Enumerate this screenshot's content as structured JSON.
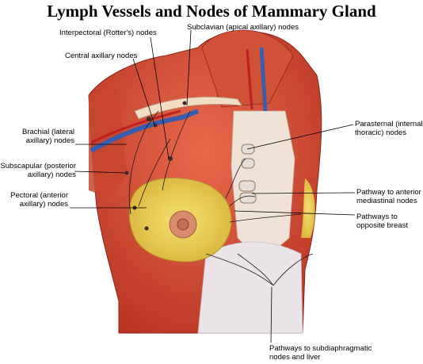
{
  "title": "Lymph Vessels and Nodes of Mammary Gland",
  "labels": {
    "interpectoral": [
      "Interpectoral (Rotter's) nodes"
    ],
    "subclavian": [
      "Subclavian (apical axillary) nodes"
    ],
    "central": [
      "Central axillary nodes"
    ],
    "brachial": [
      "Brachial (lateral",
      "axillary) nodes"
    ],
    "subscapular": [
      "Subscapular (posterior",
      "axillary) nodes"
    ],
    "pectoral": [
      "Pectoral (anterior",
      "axillary) nodes"
    ],
    "parasternal": [
      "Parasternal (internal",
      "thoracic) nodes"
    ],
    "anterior_mediastinal": [
      "Pathway to anterior",
      "mediastinal nodes"
    ],
    "opposite_breast": [
      "Pathways to",
      "opposite breast"
    ],
    "subdiaphragmatic": [
      "Pathways to subdiaphragmatic",
      "nodes and liver"
    ]
  }
}
